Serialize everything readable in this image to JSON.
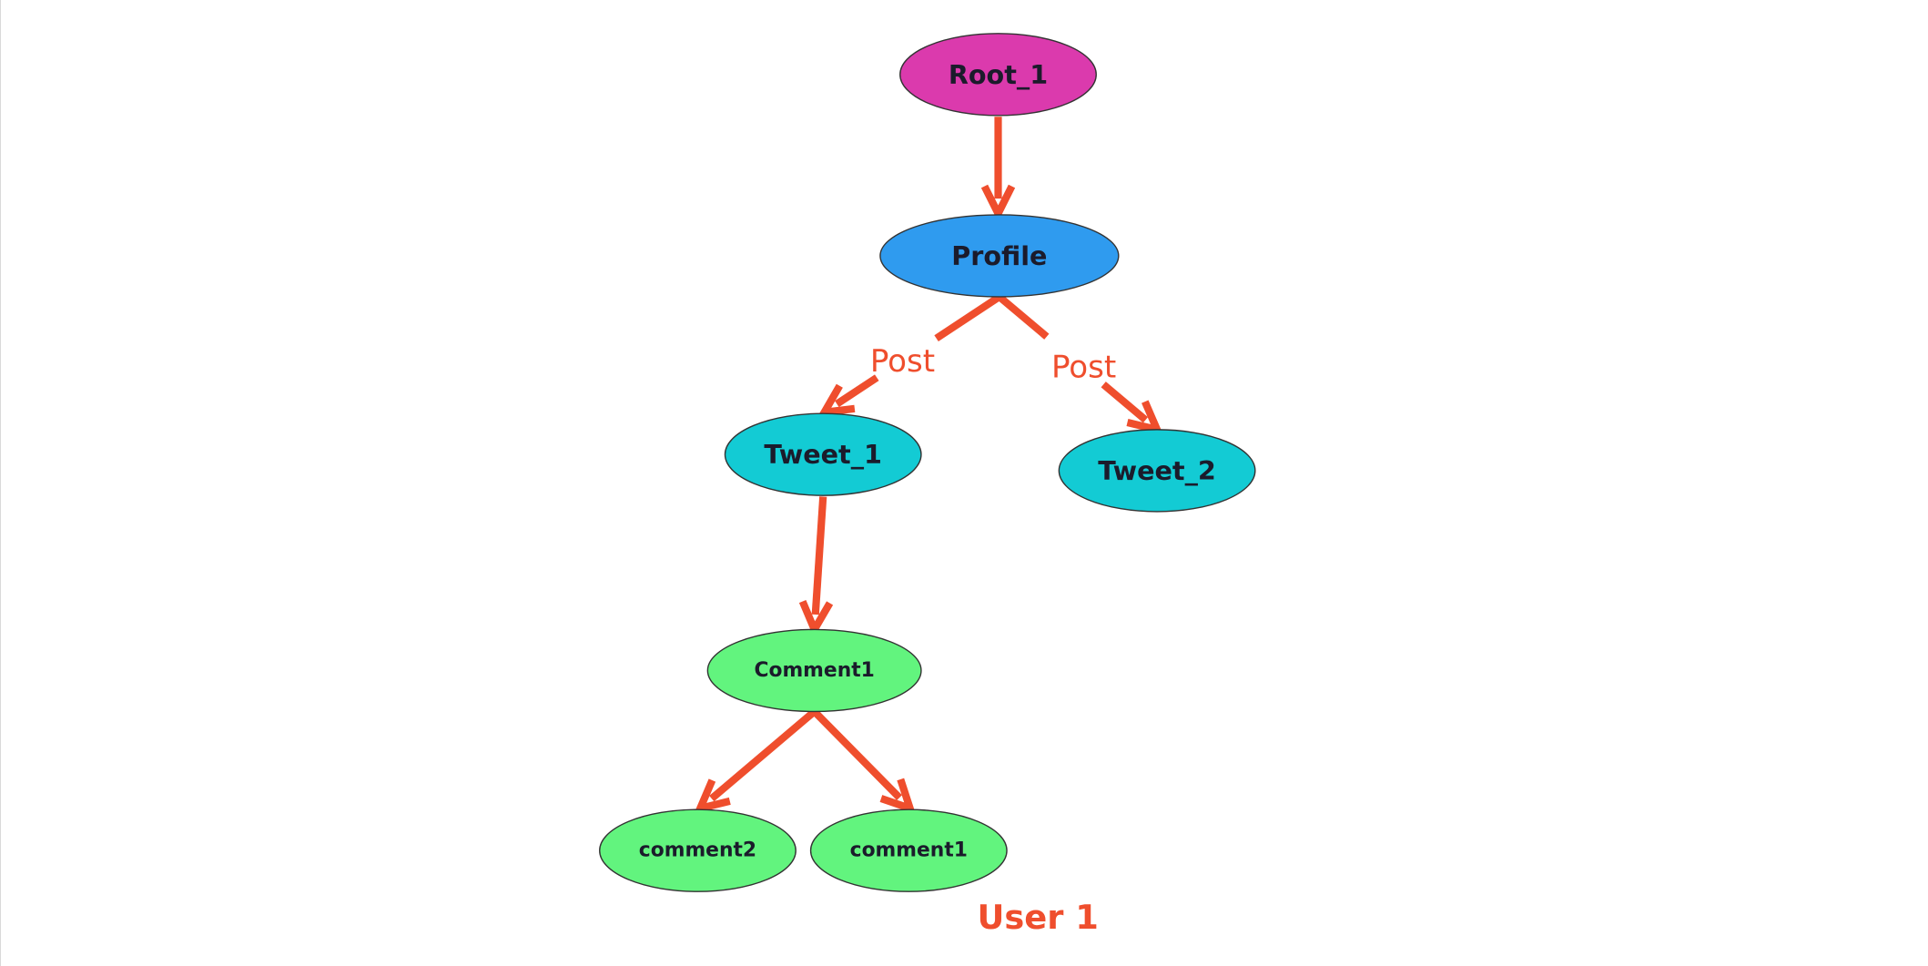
{
  "colors": {
    "edge": "#ef4e2d",
    "caption": "#ef4e2d",
    "node_stroke": "#333333",
    "root": "#db3aad",
    "profile": "#2f9bef",
    "tweet": "#13cbd4",
    "comment": "#62f47e"
  },
  "nodes": [
    {
      "id": "root_1",
      "label": "Root_1",
      "color_key": "root"
    },
    {
      "id": "profile",
      "label": "Profile",
      "color_key": "profile"
    },
    {
      "id": "tweet_1",
      "label": "Tweet_1",
      "color_key": "tweet"
    },
    {
      "id": "tweet_2",
      "label": "Tweet_2",
      "color_key": "tweet"
    },
    {
      "id": "comment_top",
      "label": "Comment1",
      "color_key": "comment"
    },
    {
      "id": "comment2",
      "label": "comment2",
      "color_key": "comment"
    },
    {
      "id": "comment1",
      "label": "comment1",
      "color_key": "comment"
    }
  ],
  "edges": [
    {
      "from": "root_1",
      "to": "profile",
      "label": ""
    },
    {
      "from": "profile",
      "to": "tweet_1",
      "label": "Post"
    },
    {
      "from": "profile",
      "to": "tweet_2",
      "label": "Post"
    },
    {
      "from": "tweet_1",
      "to": "comment_top",
      "label": ""
    },
    {
      "from": "comment_top",
      "to": "comment2",
      "label": ""
    },
    {
      "from": "comment_top",
      "to": "comment1",
      "label": ""
    }
  ],
  "caption": "User 1"
}
